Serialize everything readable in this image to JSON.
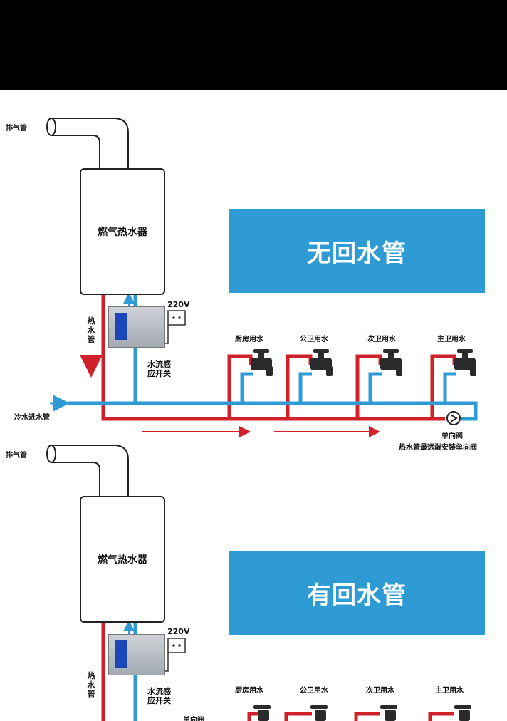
{
  "colors": {
    "hot_pipe": "#d0202a",
    "cold_pipe": "#2f9bd4",
    "banner": "#2f9bd4",
    "frame": "#000000"
  },
  "icons": [
    "exhaust-pipe-icon",
    "faucet-icon",
    "check-valve-icon",
    "socket-icon",
    "flow-arrow-icon"
  ],
  "top": {
    "exhaust_label": "排气管",
    "heater_label": "燃气热水器",
    "banner_text": "无回水管",
    "power_label": "220V",
    "hot_pipe_label": "热\n水\n管",
    "sensor_label_1": "水流感",
    "sensor_label_2": "应开关",
    "cold_inlet_label": "冷水进水管",
    "taps": [
      "厨房用水",
      "公卫用水",
      "次卫用水",
      "主卫用水"
    ],
    "valve_label": "单向阀",
    "valve_note": "热水管最远端安装单向阀"
  },
  "bottom": {
    "exhaust_label": "排气管",
    "heater_label": "燃气热水器",
    "banner_text": "有回水管",
    "power_label": "220V",
    "hot_pipe_label": "热\n水\n管",
    "sensor_label_1": "水流感",
    "sensor_label_2": "应开关",
    "taps": [
      "厨房用水",
      "公卫用水",
      "次卫用水",
      "主卫用水"
    ],
    "valve_label": "单向阀"
  }
}
